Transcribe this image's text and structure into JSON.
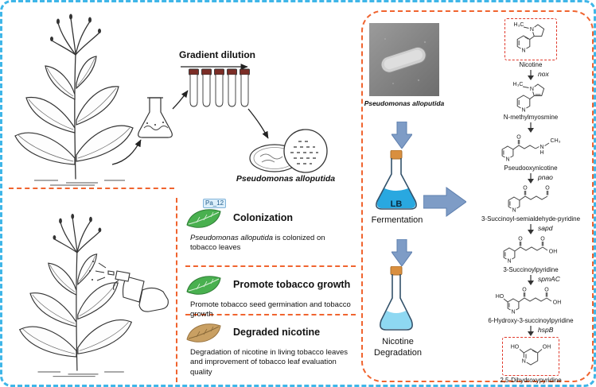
{
  "palette": {
    "outer_border": "#3FB6E8",
    "panel_border": "#F0642F",
    "arrow_blue": "#7E9CC6",
    "leaf_green": "#49B04F",
    "leaf_brown": "#C9A063",
    "liquid_blue": "#29A8E0",
    "red_box": "#E0392B"
  },
  "isolation": {
    "gradient_dilution_label": "Gradient dilution",
    "species_label": "Pseudomonas alloputida"
  },
  "benefits": {
    "tag_label": "Pa_12",
    "items": [
      {
        "title": "Colonization",
        "desc_species": "Pseudomonas alloputida",
        "desc_rest": " is colonized on tobacco leaves"
      },
      {
        "title": "Promote tobacco growth",
        "desc": "Promote tobacco seed germination and tobacco growth"
      },
      {
        "title": "Degraded nicotine",
        "desc": "Degradation of nicotine in living tobacco leaves and improvement of tobacco leaf evaluation quality"
      }
    ]
  },
  "panel": {
    "sem_label": "Pseudomonas alloputida",
    "lb_text": "LB",
    "fermentation_label": "Fermentation",
    "nicotine_line1": "Nicotine",
    "nicotine_line2": "Degradation"
  },
  "pathway": {
    "steps": [
      {
        "name": "Nicotine",
        "enzyme": "nox"
      },
      {
        "name": "N-methylmyosmine",
        "enzyme": ""
      },
      {
        "name": "Pseudooxynicotine",
        "enzyme": "pnao"
      },
      {
        "name": "3-Succinoyl-semialdehyde-pyridine",
        "enzyme": "sapd"
      },
      {
        "name": "3-Succinoylpyridine",
        "enzyme": "spmAC"
      },
      {
        "name": "6-Hydroxy-3-succinoylpyridine",
        "enzyme": "hspB"
      },
      {
        "name": "2,5-Dihydroxypyridine",
        "enzyme": ""
      }
    ],
    "atoms": {
      "N": "N",
      "O": "O",
      "OH": "OH",
      "HO": "HO",
      "H": "H",
      "H3C": "H₃C",
      "CH3": "CH₃"
    }
  }
}
